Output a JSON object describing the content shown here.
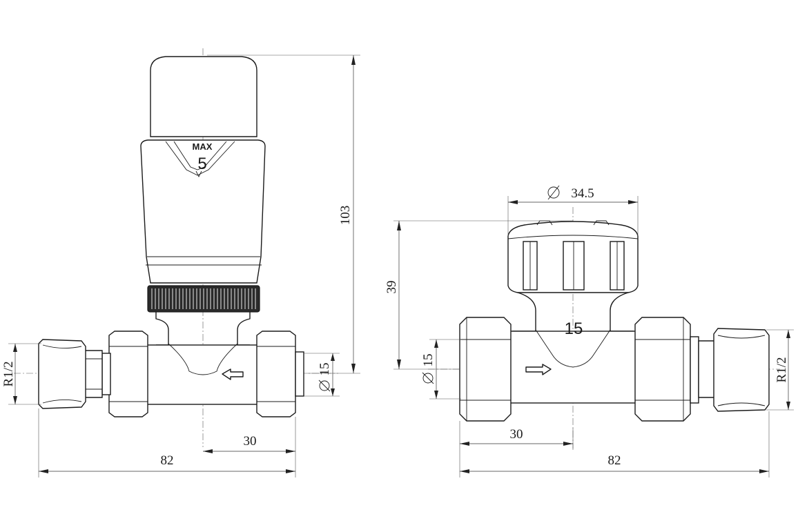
{
  "left_view": {
    "dimensions": {
      "height": "103",
      "inlet_thread": "R1/2",
      "pipe_diameter": "15",
      "offset": "30",
      "overall_length": "82"
    },
    "cap_marking": {
      "label": "MAX",
      "setting": "5"
    }
  },
  "right_view": {
    "dimensions": {
      "head_diameter": "34.5",
      "height": "39",
      "pipe_diameter": "15",
      "offset": "30",
      "overall_length": "82",
      "inlet_thread": "R1/2"
    },
    "body_marking": "15"
  }
}
